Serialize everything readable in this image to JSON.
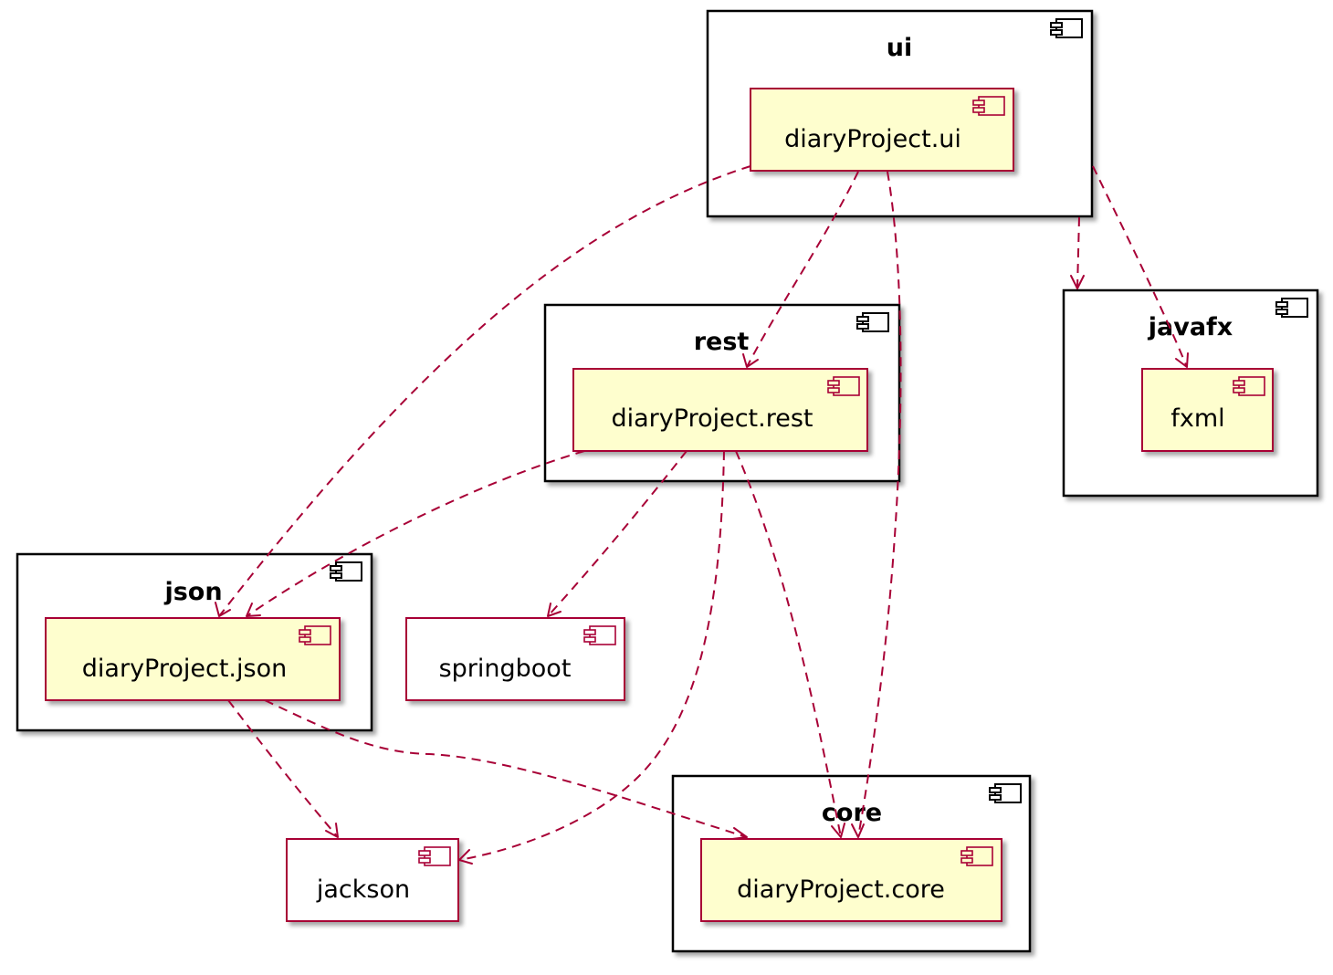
{
  "colors": {
    "component_fill": "#fefece",
    "plain_component_fill": "#ffffff",
    "component_border": "#a80036",
    "package_border": "#000000",
    "edge": "#a80036"
  },
  "packages": [
    {
      "id": "ui",
      "title": "ui",
      "icon": "component-icon"
    },
    {
      "id": "rest",
      "title": "rest",
      "icon": "component-icon"
    },
    {
      "id": "javafx",
      "title": "javafx",
      "icon": "component-icon"
    },
    {
      "id": "json",
      "title": "json",
      "icon": "component-icon"
    },
    {
      "id": "core",
      "title": "core",
      "icon": "component-icon"
    }
  ],
  "components": [
    {
      "id": "diaryProject.ui",
      "label": "diaryProject.ui",
      "package": "ui"
    },
    {
      "id": "diaryProject.rest",
      "label": "diaryProject.rest",
      "package": "rest"
    },
    {
      "id": "fxml",
      "label": "fxml",
      "package": "javafx"
    },
    {
      "id": "diaryProject.json",
      "label": "diaryProject.json",
      "package": "json"
    },
    {
      "id": "springboot",
      "label": "springboot",
      "package": ""
    },
    {
      "id": "jackson",
      "label": "jackson",
      "package": ""
    },
    {
      "id": "diaryProject.core",
      "label": "diaryProject.core",
      "package": "core"
    }
  ],
  "dependencies": [
    {
      "from": "diaryProject.ui",
      "to": "diaryProject.json"
    },
    {
      "from": "diaryProject.ui",
      "to": "diaryProject.rest"
    },
    {
      "from": "diaryProject.ui",
      "to": "diaryProject.core"
    },
    {
      "from": "ui",
      "to": "javafx"
    },
    {
      "from": "ui",
      "to": "fxml"
    },
    {
      "from": "diaryProject.rest",
      "to": "diaryProject.json"
    },
    {
      "from": "diaryProject.rest",
      "to": "springboot"
    },
    {
      "from": "diaryProject.rest",
      "to": "jackson"
    },
    {
      "from": "diaryProject.rest",
      "to": "diaryProject.core"
    },
    {
      "from": "diaryProject.json",
      "to": "jackson"
    },
    {
      "from": "diaryProject.json",
      "to": "diaryProject.core"
    }
  ]
}
